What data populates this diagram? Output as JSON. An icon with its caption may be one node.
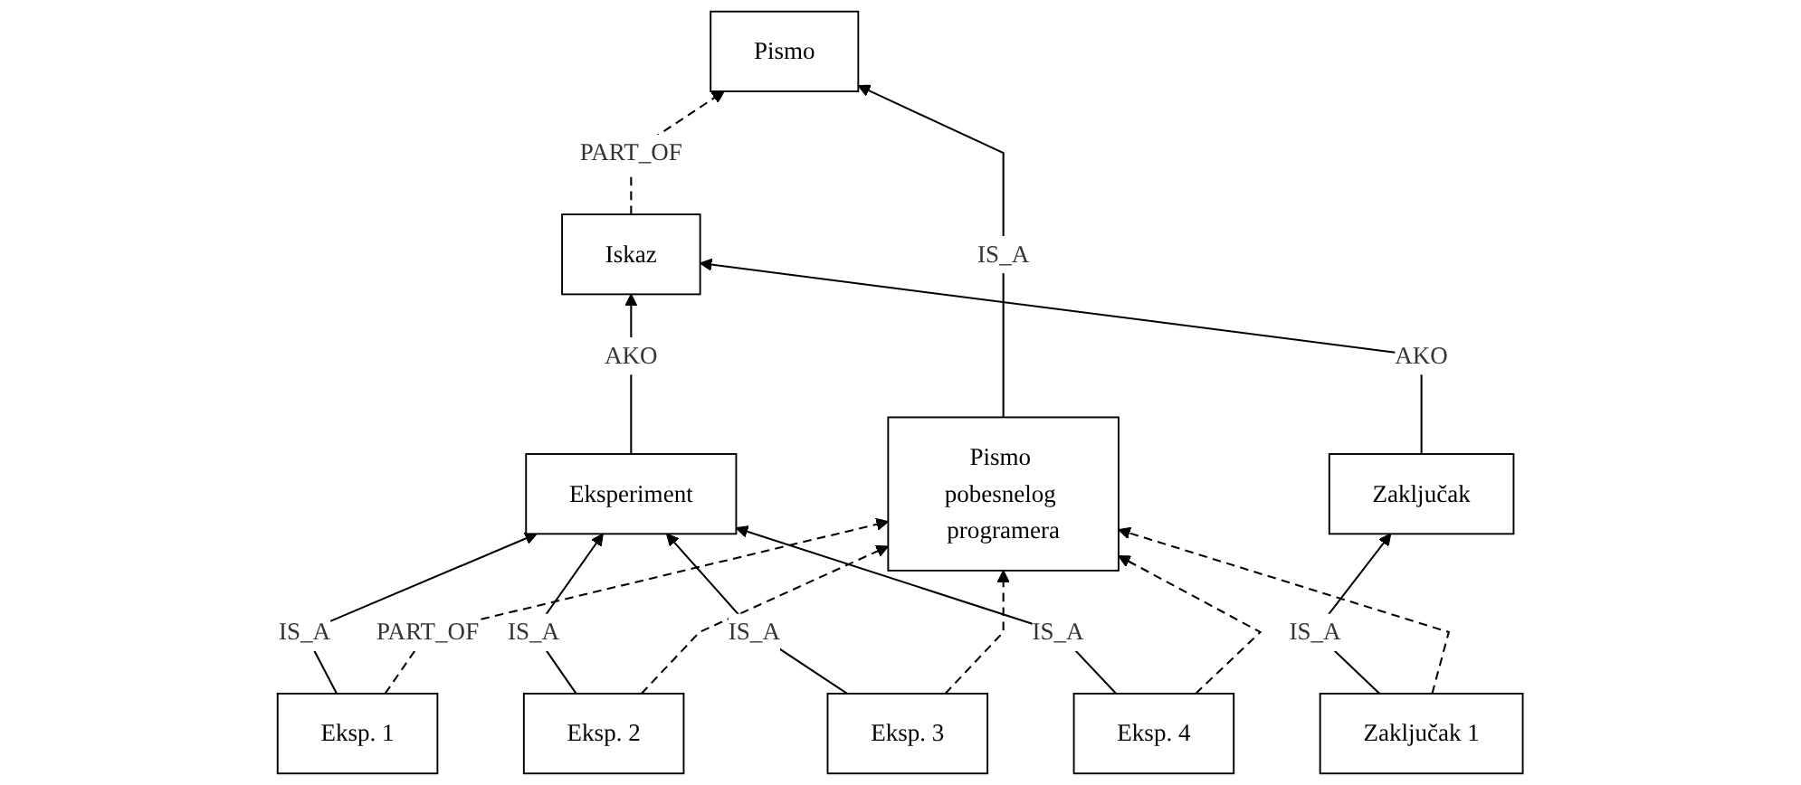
{
  "diagram": {
    "nodes": [
      {
        "text": [
          "Pismo"
        ]
      },
      {
        "text": [
          "Iskaz"
        ]
      },
      {
        "text": [
          "Eksperiment"
        ]
      },
      {
        "text": [
          "Zaključak"
        ]
      },
      {
        "text": [
          "Pismo pobesnelog programera"
        ]
      },
      {
        "text": [
          "Eksp. 1"
        ]
      },
      {
        "text": [
          "Eksp. 2"
        ]
      },
      {
        "text": [
          "Eksp. 3"
        ]
      },
      {
        "text": [
          "Eksp. 4"
        ]
      },
      {
        "text": [
          "Zaključak 1"
        ]
      }
    ],
    "edges": [
      {
        "from": 1,
        "to": 0,
        "arrow": "to",
        "label": "PART_OF",
        "style": "dashed"
      },
      {
        "from": 2,
        "to": 1,
        "arrow": "to",
        "label": "AKO"
      },
      {
        "from": 3,
        "to": 1,
        "arrow": "to",
        "label": "AKO"
      },
      {
        "from": 4,
        "to": 0,
        "arrow": "to",
        "label": "IS_A"
      },
      {
        "from": 5,
        "to": 2,
        "arrow": "to",
        "label": "IS_A"
      },
      {
        "from": 6,
        "to": 2,
        "arrow": "to",
        "label": "IS_A"
      },
      {
        "from": 7,
        "to": 2,
        "arrow": "to",
        "label": "IS_A"
      },
      {
        "from": 8,
        "to": 2,
        "arrow": "to",
        "label": "IS_A"
      },
      {
        "from": 9,
        "to": 3,
        "arrow": "to",
        "label": "IS_A"
      },
      {
        "from": 5,
        "to": 4,
        "arrow": "to",
        "label": "PART_OF",
        "style": "dashed"
      },
      {
        "from": 6,
        "to": 4,
        "arrow": "to",
        "style": "dashed"
      },
      {
        "from": 7,
        "to": 4,
        "arrow": "to",
        "style": "dashed"
      },
      {
        "from": 8,
        "to": 4,
        "arrow": "to",
        "style": "dashed"
      },
      {
        "from": 9,
        "to": 4,
        "arrow": "to",
        "style": "dashed"
      }
    ]
  }
}
